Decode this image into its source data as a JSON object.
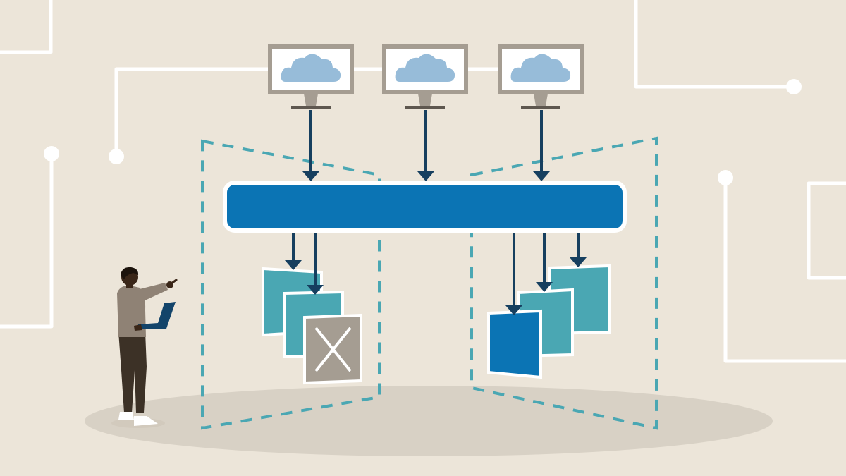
{
  "colors": {
    "background": "#ece5d9",
    "floor": "#d8d1c5",
    "circuit": "#ffffff",
    "monitor_frame": "#a59d92",
    "monitor_screen": "#ffffff",
    "cloud": "#97bcd9",
    "arrow": "#163f5f",
    "bus_fill": "#0b74b4",
    "bus_border": "#ffffff",
    "dashed_frame": "#4aa7b3",
    "doc_teal": "#4aa7b3",
    "doc_blue": "#0b74b4",
    "doc_gray": "#a59d92",
    "person_skin": "#3a2618",
    "person_shirt": "#8f8275",
    "person_pants": "#3c3126",
    "laptop": "#13446a"
  },
  "icons": {
    "monitors": [
      "cloud-icon",
      "cloud-icon",
      "cloud-icon"
    ],
    "rejected_document": "x-mark-icon"
  },
  "diagram": {
    "sources": 3,
    "left_outputs": 3,
    "right_outputs": 3
  }
}
